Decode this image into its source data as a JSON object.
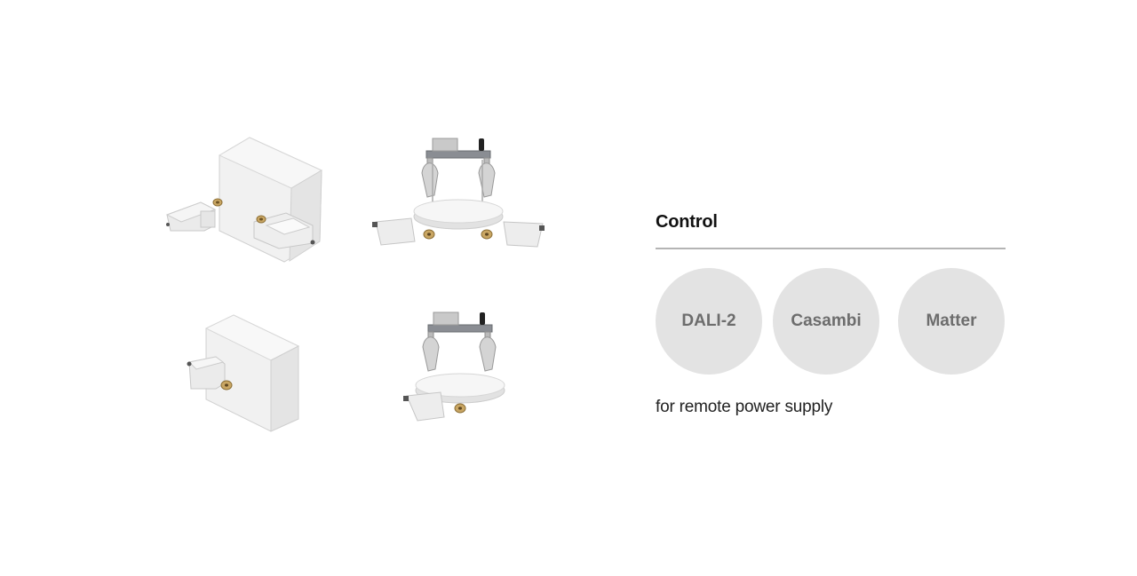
{
  "control": {
    "title": "Control",
    "options": [
      "DALI-2",
      "Casambi",
      "Matter"
    ],
    "note": "for remote power supply"
  },
  "products": [
    {
      "icon": "surface-box-double-connector-icon"
    },
    {
      "icon": "ceiling-canopy-double-connector-icon"
    },
    {
      "icon": "surface-box-single-connector-icon"
    },
    {
      "icon": "ceiling-canopy-single-connector-icon"
    }
  ]
}
